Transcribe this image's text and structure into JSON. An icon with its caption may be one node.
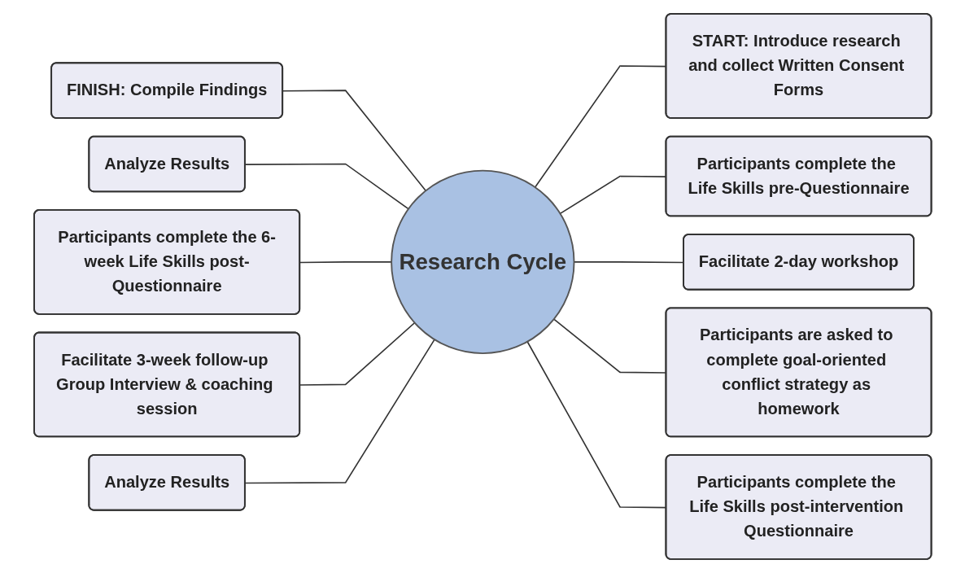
{
  "diagram": {
    "nodes": [
      {
        "text": [
          "START: Introduce research and collect Written Consent Forms"
        ]
      },
      {
        "text": [
          "FINISH: Compile Findings"
        ]
      },
      {
        "text": [
          "Analyze Results"
        ]
      },
      {
        "text": [
          "Participants complete the Life Skills pre-Questionnaire"
        ]
      },
      {
        "text": [
          "Participants complete the 6-week Life Skills post-Questionnaire"
        ]
      },
      {
        "text": [
          "Research Cycle"
        ]
      },
      {
        "text": [
          "Facilitate 2-day workshop"
        ]
      },
      {
        "text": [
          "Facilitate 3-week follow-up Group Interview & coaching session"
        ]
      },
      {
        "text": [
          "Participants are asked to complete goal-oriented conflict strategy as homework"
        ]
      },
      {
        "text": [
          "Analyze Results"
        ]
      },
      {
        "text": [
          "Participants complete the Life Skills post-intervention Questionnaire"
        ]
      }
    ],
    "edges": [
      {
        "from": 5,
        "to": 0,
        "arrow": "none"
      },
      {
        "from": 1,
        "to": 5,
        "arrow": "none"
      },
      {
        "from": 2,
        "to": 5,
        "arrow": "none"
      },
      {
        "from": 5,
        "to": 3,
        "arrow": "none"
      },
      {
        "from": 4,
        "to": 5,
        "arrow": "none"
      },
      {
        "from": 5,
        "to": 6,
        "arrow": "none"
      },
      {
        "from": 7,
        "to": 5,
        "arrow": "none"
      },
      {
        "from": 5,
        "to": 8,
        "arrow": "none"
      },
      {
        "from": 9,
        "to": 5,
        "arrow": "none"
      },
      {
        "from": 5,
        "to": 10,
        "arrow": "none"
      }
    ]
  }
}
